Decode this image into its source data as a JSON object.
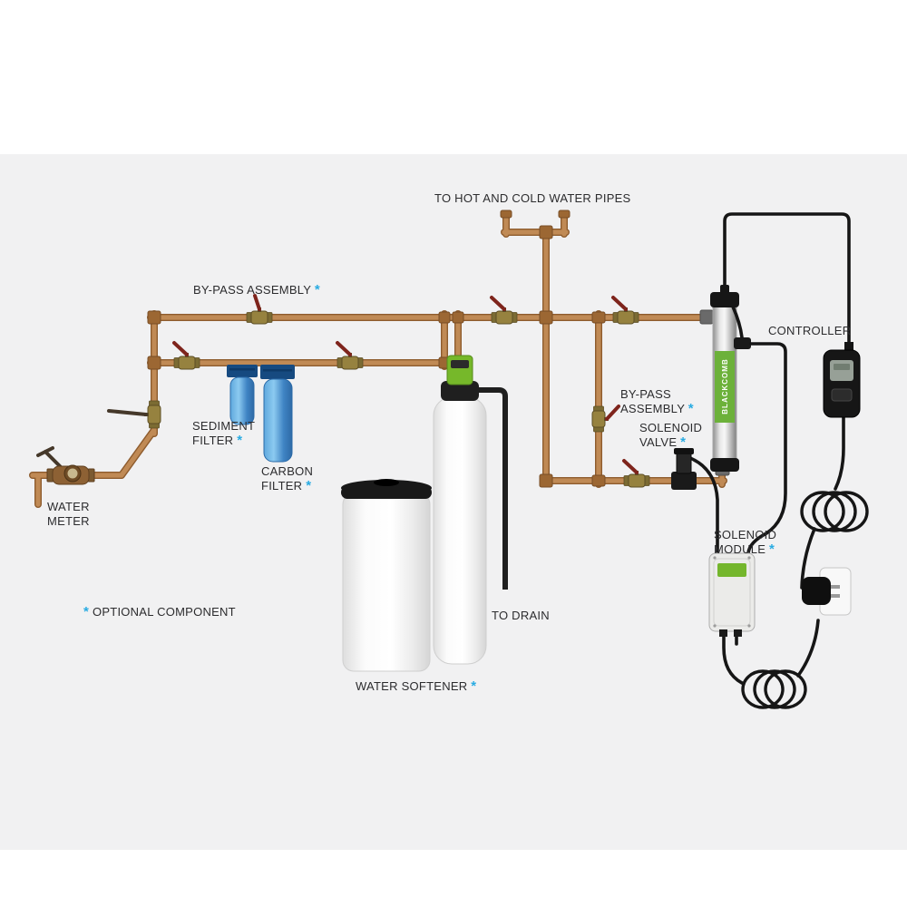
{
  "diagram": {
    "colors": {
      "background": "#f1f1f2",
      "pipe_copper": "#c08a55",
      "asterisk_blue": "#29abe2",
      "filter_blue": "#3f84c4",
      "uv_green": "#6cb13a"
    },
    "labels": {
      "to_hot_cold": "TO HOT AND COLD WATER PIPES",
      "bypass_left": "BY-PASS ASSEMBLY",
      "water_meter_line1": "WATER",
      "water_meter_line2": "METER",
      "sediment_line1": "SEDIMENT",
      "sediment_line2": "FILTER",
      "carbon_line1": "CARBON",
      "carbon_line2": "FILTER",
      "optional": "OPTIONAL COMPONENT",
      "water_softener": "WATER SOFTENER",
      "to_drain": "TO DRAIN",
      "bypass_right_line1": "BY-PASS",
      "bypass_right_line2": "ASSEMBLY",
      "solenoid_valve_line1": "SOLENOID",
      "solenoid_valve_line2": "VALVE",
      "controller": "CONTROLLER",
      "solenoid_module_line1": "SOLENOID",
      "solenoid_module_line2": "MODULE",
      "uv_brand": "BLACKCOMB",
      "asterisk": "*"
    }
  }
}
